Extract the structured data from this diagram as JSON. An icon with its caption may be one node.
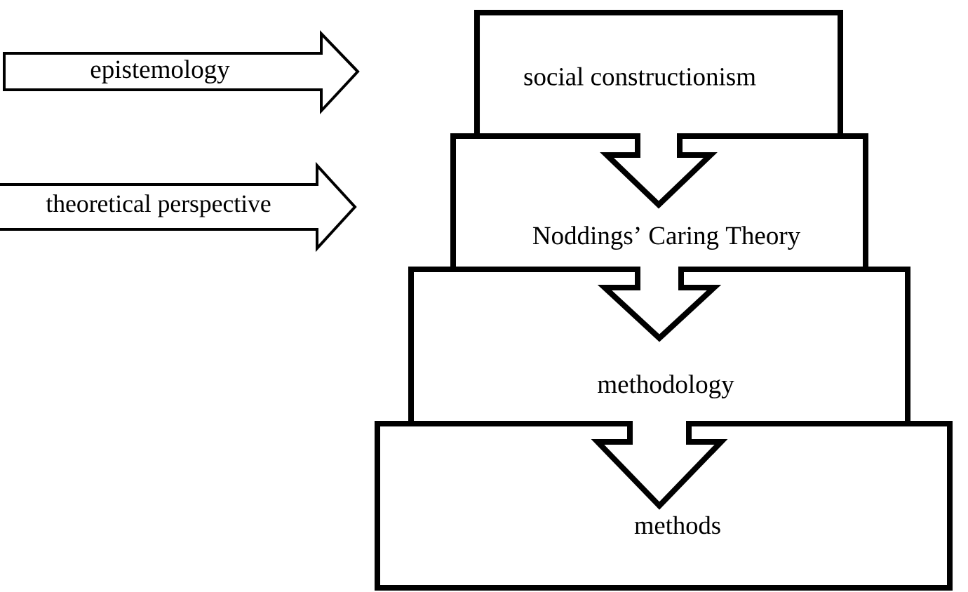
{
  "diagram": {
    "nodes": [
      {
        "text": [
          "epistemology"
        ]
      },
      {
        "text": [
          "social constructionism"
        ]
      },
      {
        "text": [
          "theoretical perspective"
        ]
      },
      {
        "text": [
          "Noddings’ Caring Theory"
        ]
      },
      {
        "text": [
          "methodology"
        ]
      },
      {
        "text": [
          "methods"
        ]
      }
    ],
    "edges": [
      {
        "from": 1,
        "to": 3,
        "arrow": "to"
      },
      {
        "from": 3,
        "to": 4,
        "arrow": "to"
      },
      {
        "from": 4,
        "to": 5,
        "arrow": "to"
      }
    ]
  }
}
